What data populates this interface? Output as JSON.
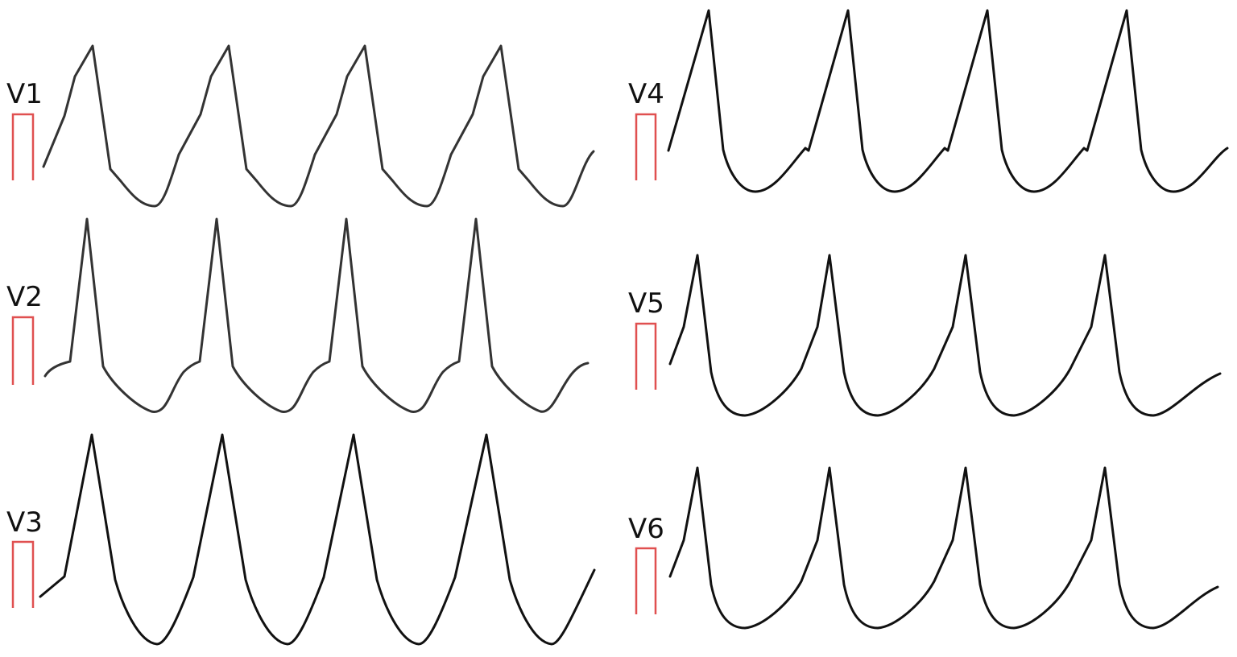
{
  "leads": [
    {
      "id": "v1",
      "label": "V1",
      "trace_color": "#333333"
    },
    {
      "id": "v2",
      "label": "V2",
      "trace_color": "#333333"
    },
    {
      "id": "v3",
      "label": "V3",
      "trace_color": "#111111"
    },
    {
      "id": "v4",
      "label": "V4",
      "trace_color": "#111111"
    },
    {
      "id": "v5",
      "label": "V5",
      "trace_color": "#111111"
    },
    {
      "id": "v6",
      "label": "V6",
      "trace_color": "#111111"
    }
  ],
  "calibration_color": "#e05050",
  "beats_per_lead": 4
}
